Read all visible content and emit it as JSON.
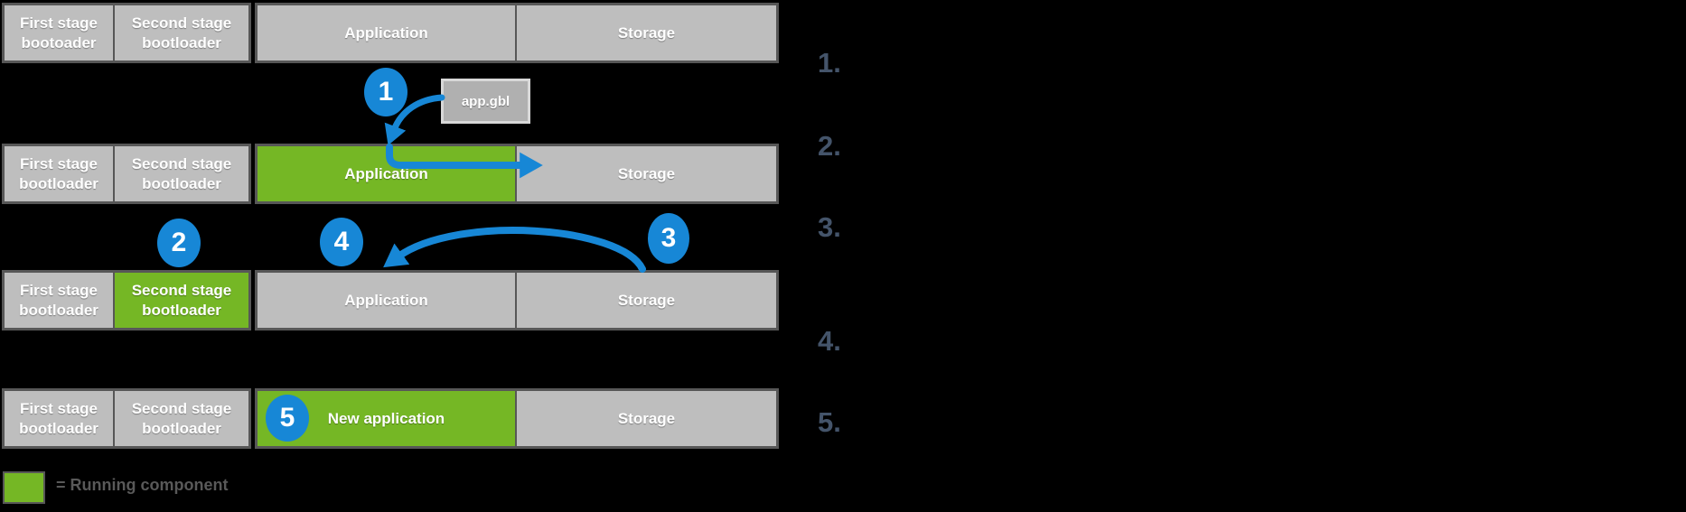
{
  "diagram": {
    "rows": [
      {
        "cells": [
          {
            "label": "First stage bootoader",
            "state": "idle"
          },
          {
            "label": "Second stage bootloader",
            "state": "idle"
          },
          {
            "label": "Application",
            "state": "idle"
          },
          {
            "label": "Storage",
            "state": "idle"
          }
        ]
      },
      {
        "cells": [
          {
            "label": "First stage bootloader",
            "state": "idle"
          },
          {
            "label": "Second stage bootloader",
            "state": "idle"
          },
          {
            "label": "Application",
            "state": "running"
          },
          {
            "label": "Storage",
            "state": "idle"
          }
        ]
      },
      {
        "cells": [
          {
            "label": "First stage bootloader",
            "state": "idle"
          },
          {
            "label": "Second stage bootloader",
            "state": "running"
          },
          {
            "label": "Application",
            "state": "idle"
          },
          {
            "label": "Storage",
            "state": "idle"
          }
        ]
      },
      {
        "cells": [
          {
            "label": "First stage bootloader",
            "state": "idle"
          },
          {
            "label": "Second stage bootloader",
            "state": "idle"
          },
          {
            "label": "New application",
            "state": "running"
          },
          {
            "label": "Storage",
            "state": "idle"
          }
        ]
      }
    ],
    "file_box": {
      "label": "app.gbl"
    },
    "step_markers": [
      "1",
      "2",
      "3",
      "4",
      "5"
    ],
    "step_list": [
      "1.",
      "2.",
      "3.",
      "4.",
      "5."
    ],
    "legend": {
      "label": "= Running component",
      "swatch_state": "running"
    }
  },
  "colors": {
    "running_green": "#75B725",
    "idle_gray": "#BEBEBE",
    "border_dark": "#575757",
    "accent_blue": "#1787D6",
    "filebox_gray": "#B0B0B0",
    "filebox_border": "#D8D8D8",
    "listnum_blue": "#44546A",
    "legend_text": "#595959"
  }
}
